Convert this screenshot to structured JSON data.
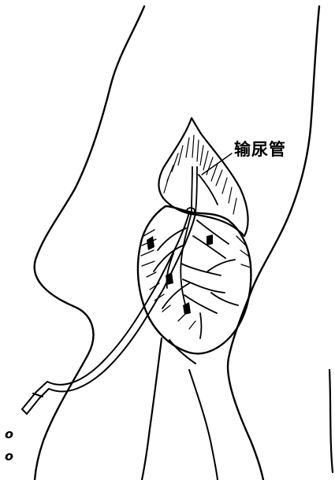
{
  "figure": {
    "callout_label": "输尿管",
    "scale_marks": [
      "o",
      "o"
    ]
  },
  "colors": {
    "line": "#000000",
    "background": "#ffffff"
  }
}
